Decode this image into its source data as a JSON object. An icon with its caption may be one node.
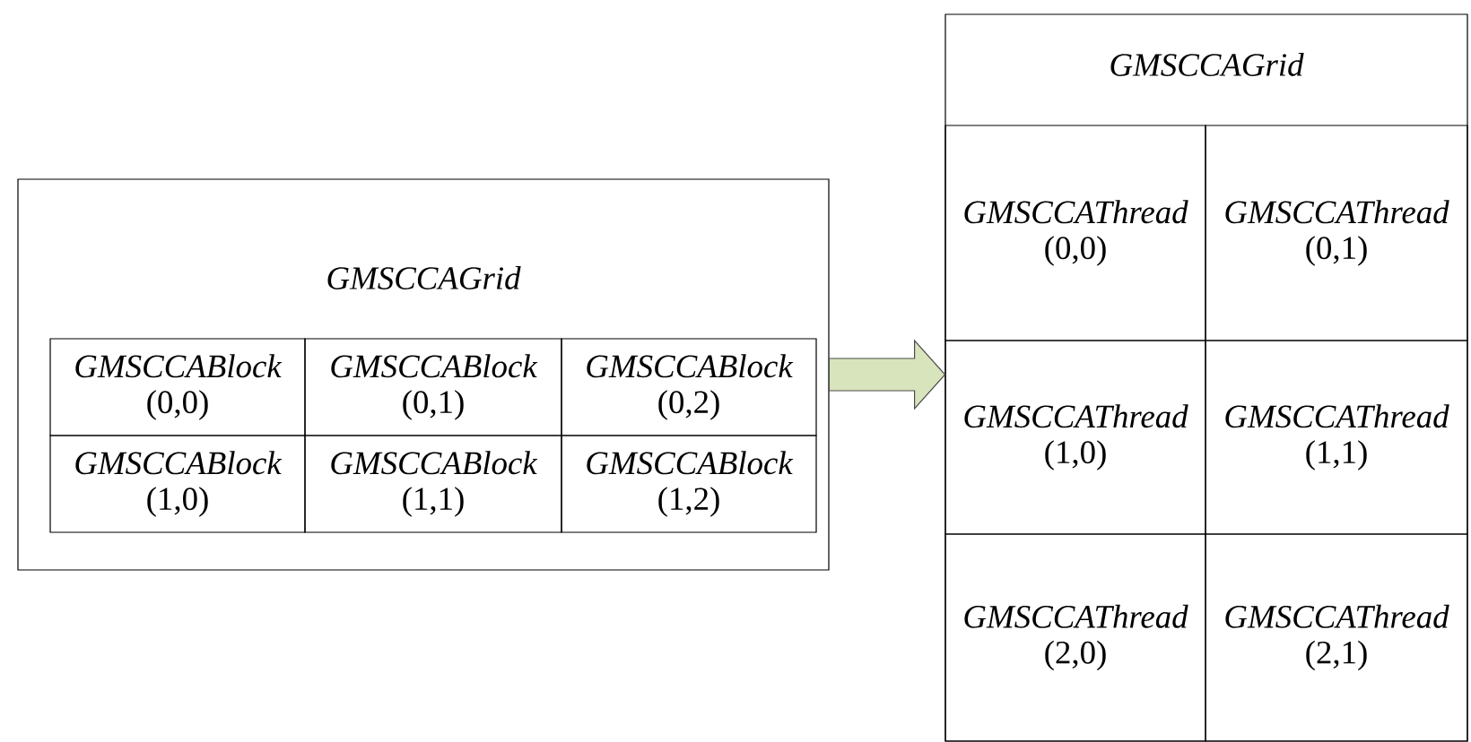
{
  "diagram": {
    "nodes": [
      {
        "text": [
          "GMSCCAGrid"
        ]
      },
      {
        "text": [
          "GMSCCABlock",
          "(0,0)"
        ],
        "in": 0
      },
      {
        "text": [
          "GMSCCABlock",
          "(0,1)"
        ],
        "in": 0
      },
      {
        "text": [
          "GMSCCABlock",
          "(0,2)"
        ],
        "in": 0
      },
      {
        "text": [
          "GMSCCABlock",
          "(1,0)"
        ],
        "in": 0
      },
      {
        "text": [
          "GMSCCABlock",
          "(1,1)"
        ],
        "in": 0
      },
      {
        "text": [
          "GMSCCABlock",
          "(1,2)"
        ],
        "in": 0
      },
      {
        "text": [
          "GMSCCAGrid"
        ]
      },
      {
        "text": [
          "GMSCCAThread",
          "(0,0)"
        ],
        "in": 7
      },
      {
        "text": [
          "GMSCCAThread",
          "(0,1)"
        ],
        "in": 7
      },
      {
        "text": [
          "GMSCCAThread",
          "(1,0)"
        ],
        "in": 7
      },
      {
        "text": [
          "GMSCCAThread",
          "(1,1)"
        ],
        "in": 7
      },
      {
        "text": [
          "GMSCCAThread",
          "(2,0)"
        ],
        "in": 7
      },
      {
        "text": [
          "GMSCCAThread",
          "(2,1)"
        ],
        "in": 7
      }
    ],
    "edges": [
      {
        "from": 0,
        "to": 7,
        "arrow": "to"
      }
    ]
  }
}
